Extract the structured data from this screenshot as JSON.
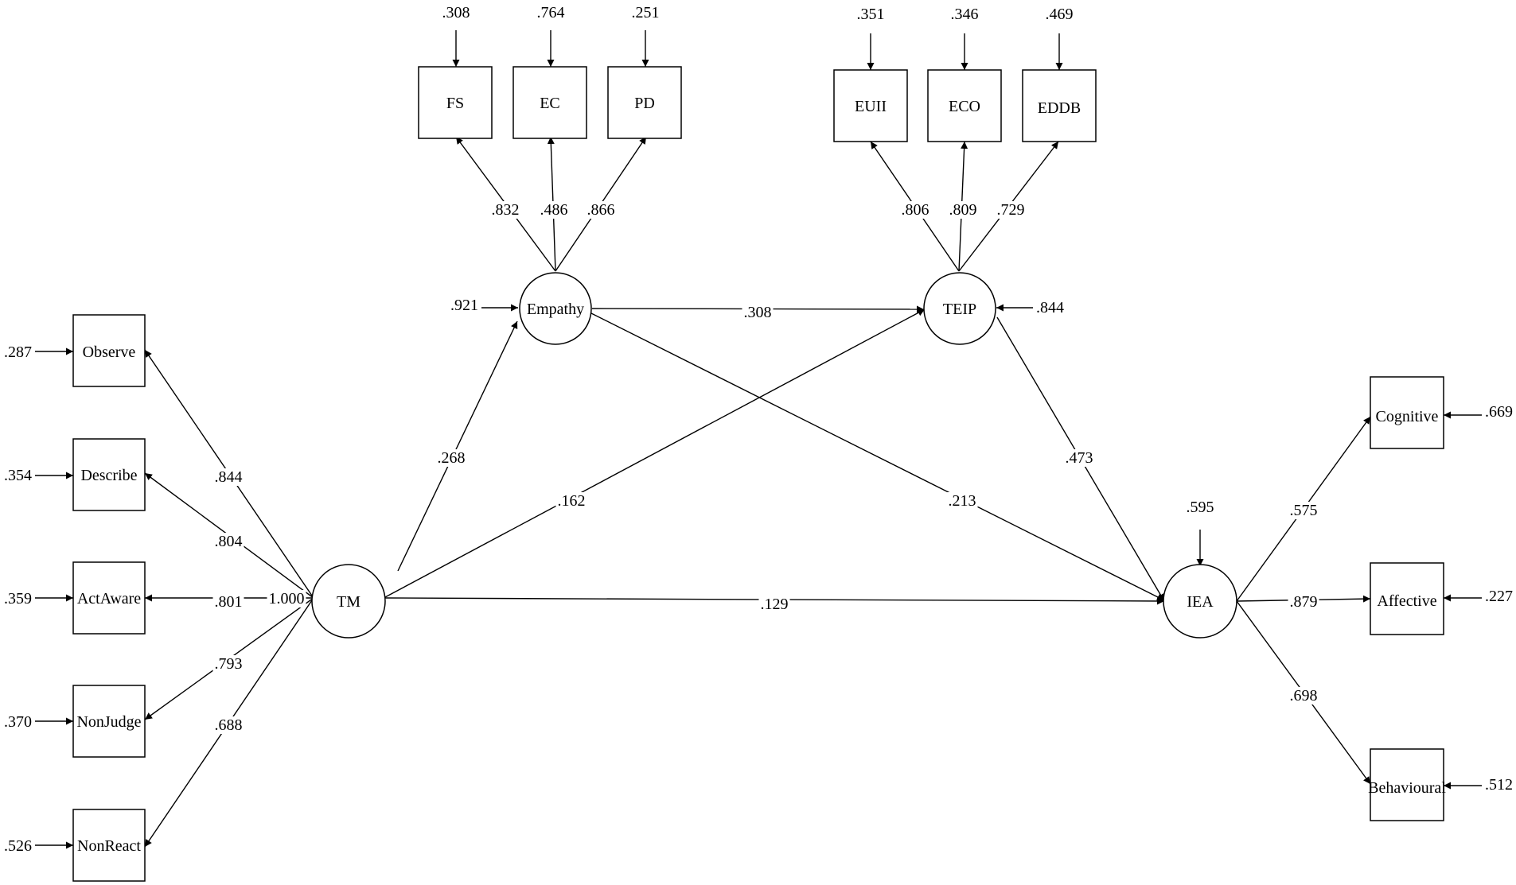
{
  "nodes": {
    "fs": "FS",
    "ec": "EC",
    "pd": "PD",
    "euii": "EUII",
    "eco": "ECO",
    "eddb": "EDDB",
    "observe": "Observe",
    "describe": "Describe",
    "actaware": "ActAware",
    "nonjudge": "NonJudge",
    "nonreact": "NonReact",
    "cognitive": "Cognitive",
    "affective": "Affective",
    "behavioural": "Behavioural",
    "empathy": "Empathy",
    "teip": "TEIP",
    "tm": "TM",
    "iea": "IEA"
  },
  "errors": {
    "fs": ".308",
    "ec": ".764",
    "pd": ".251",
    "euii": ".351",
    "eco": ".346",
    "eddb": ".469",
    "observe": ".287",
    "describe": ".354",
    "actaware": ".359",
    "nonjudge": ".370",
    "nonreact": ".526",
    "cognitive": ".669",
    "affective": ".227",
    "behavioural": ".512",
    "empathy": ".921",
    "teip": ".844",
    "iea": ".595"
  },
  "paths": {
    "emp_fs": ".832",
    "emp_ec": ".486",
    "emp_pd": ".866",
    "teip_euii": ".806",
    "teip_eco": ".809",
    "teip_eddb": ".729",
    "tm_observe": ".844",
    "tm_describe": ".804",
    "tm_actaware": ".801",
    "tm_nonjudge": ".793",
    "tm_nonreact": ".688",
    "tm_fixed": "1.000",
    "tm_empathy": ".268",
    "tm_teip": ".162",
    "tm_iea": ".129",
    "emp_teip": ".308",
    "emp_iea": ".213",
    "teip_iea": ".473",
    "iea_cognitive": ".575",
    "iea_affective": ".879",
    "iea_behavioural": ".698"
  }
}
